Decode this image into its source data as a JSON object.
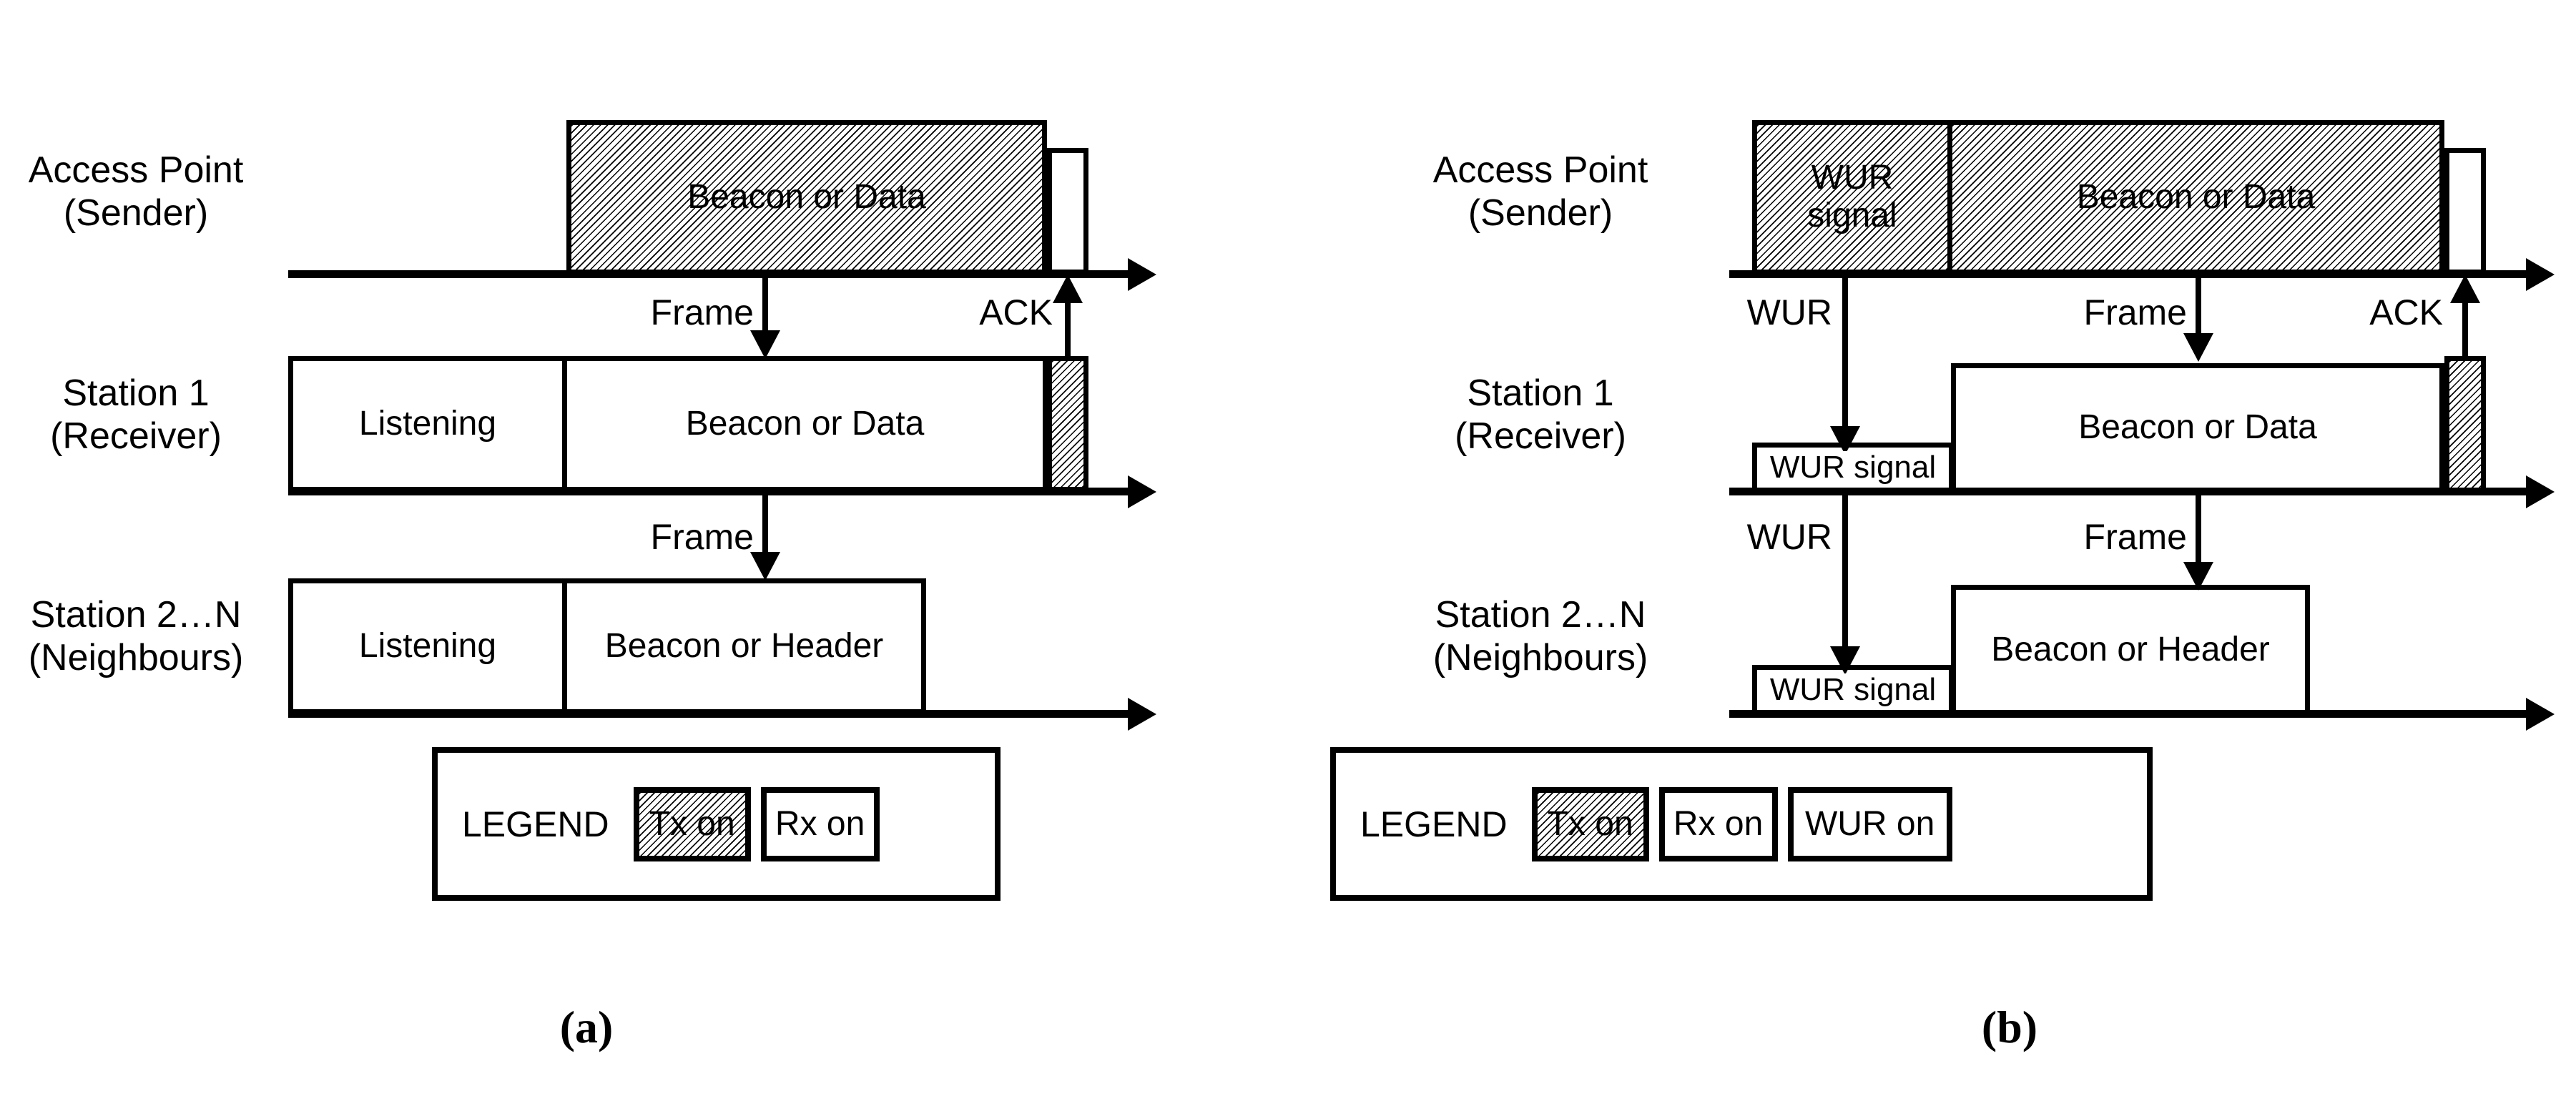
{
  "figure": {
    "panels": [
      {
        "caption": "(a)",
        "rows": [
          {
            "label_line1": "Access Point",
            "label_line2": "(Sender)",
            "boxes": [
              {
                "text": "Beacon or Data",
                "fill": "Tx on"
              },
              {
                "text": "",
                "fill": "Rx on"
              }
            ]
          },
          {
            "label_line1": "Station 1",
            "label_line2": "(Receiver)",
            "boxes": [
              {
                "text": "Listening",
                "fill": "Rx on"
              },
              {
                "text": "Beacon or Data",
                "fill": "Rx on"
              },
              {
                "text": "",
                "fill": "Tx on"
              }
            ]
          },
          {
            "label_line1": "Station 2…N",
            "label_line2": "(Neighbours)",
            "boxes": [
              {
                "text": "Listening",
                "fill": "Rx on"
              },
              {
                "text": "Beacon or Header",
                "fill": "Rx on"
              }
            ]
          }
        ],
        "events": [
          {
            "name": "frame-ap-to-sta1",
            "label": "Frame"
          },
          {
            "name": "ack-sta1-to-ap",
            "label": "ACK"
          },
          {
            "name": "frame-ap-to-sta2n",
            "label": "Frame"
          }
        ],
        "legend": {
          "title": "LEGEND",
          "items": [
            {
              "label": "Tx on",
              "fill": "Tx on"
            },
            {
              "label": "Rx on",
              "fill": "Rx on"
            }
          ]
        }
      },
      {
        "caption": "(b)",
        "rows": [
          {
            "label_line1": "Access Point",
            "label_line2": "(Sender)",
            "boxes": [
              {
                "text": "WUR\nsignal",
                "fill": "Tx on"
              },
              {
                "text": "Beacon or Data",
                "fill": "Tx on"
              },
              {
                "text": "",
                "fill": "Rx on"
              }
            ]
          },
          {
            "label_line1": "Station 1",
            "label_line2": "(Receiver)",
            "boxes": [
              {
                "text": "WUR signal",
                "fill": "WUR on"
              },
              {
                "text": "Beacon or Data",
                "fill": "Rx on"
              },
              {
                "text": "",
                "fill": "Tx on"
              }
            ]
          },
          {
            "label_line1": "Station 2…N",
            "label_line2": "(Neighbours)",
            "boxes": [
              {
                "text": "WUR signal",
                "fill": "WUR on"
              },
              {
                "text": "Beacon or Header",
                "fill": "Rx on"
              }
            ]
          }
        ],
        "events": [
          {
            "name": "wur-ap-to-sta1",
            "label": "WUR"
          },
          {
            "name": "frame-ap-to-sta1",
            "label": "Frame"
          },
          {
            "name": "ack-sta1-to-ap",
            "label": "ACK"
          },
          {
            "name": "wur-ap-to-sta2n",
            "label": "WUR"
          },
          {
            "name": "frame-ap-to-sta2n",
            "label": "Frame"
          }
        ],
        "legend": {
          "title": "LEGEND",
          "items": [
            {
              "label": "Tx on",
              "fill": "Tx on"
            },
            {
              "label": "Rx on",
              "fill": "Rx on"
            },
            {
              "label": "WUR on",
              "fill": "WUR on"
            }
          ]
        }
      }
    ]
  },
  "colors": {
    "ink": "#000000",
    "paper": "#ffffff",
    "wur_stipple": "#8a8a8a"
  }
}
